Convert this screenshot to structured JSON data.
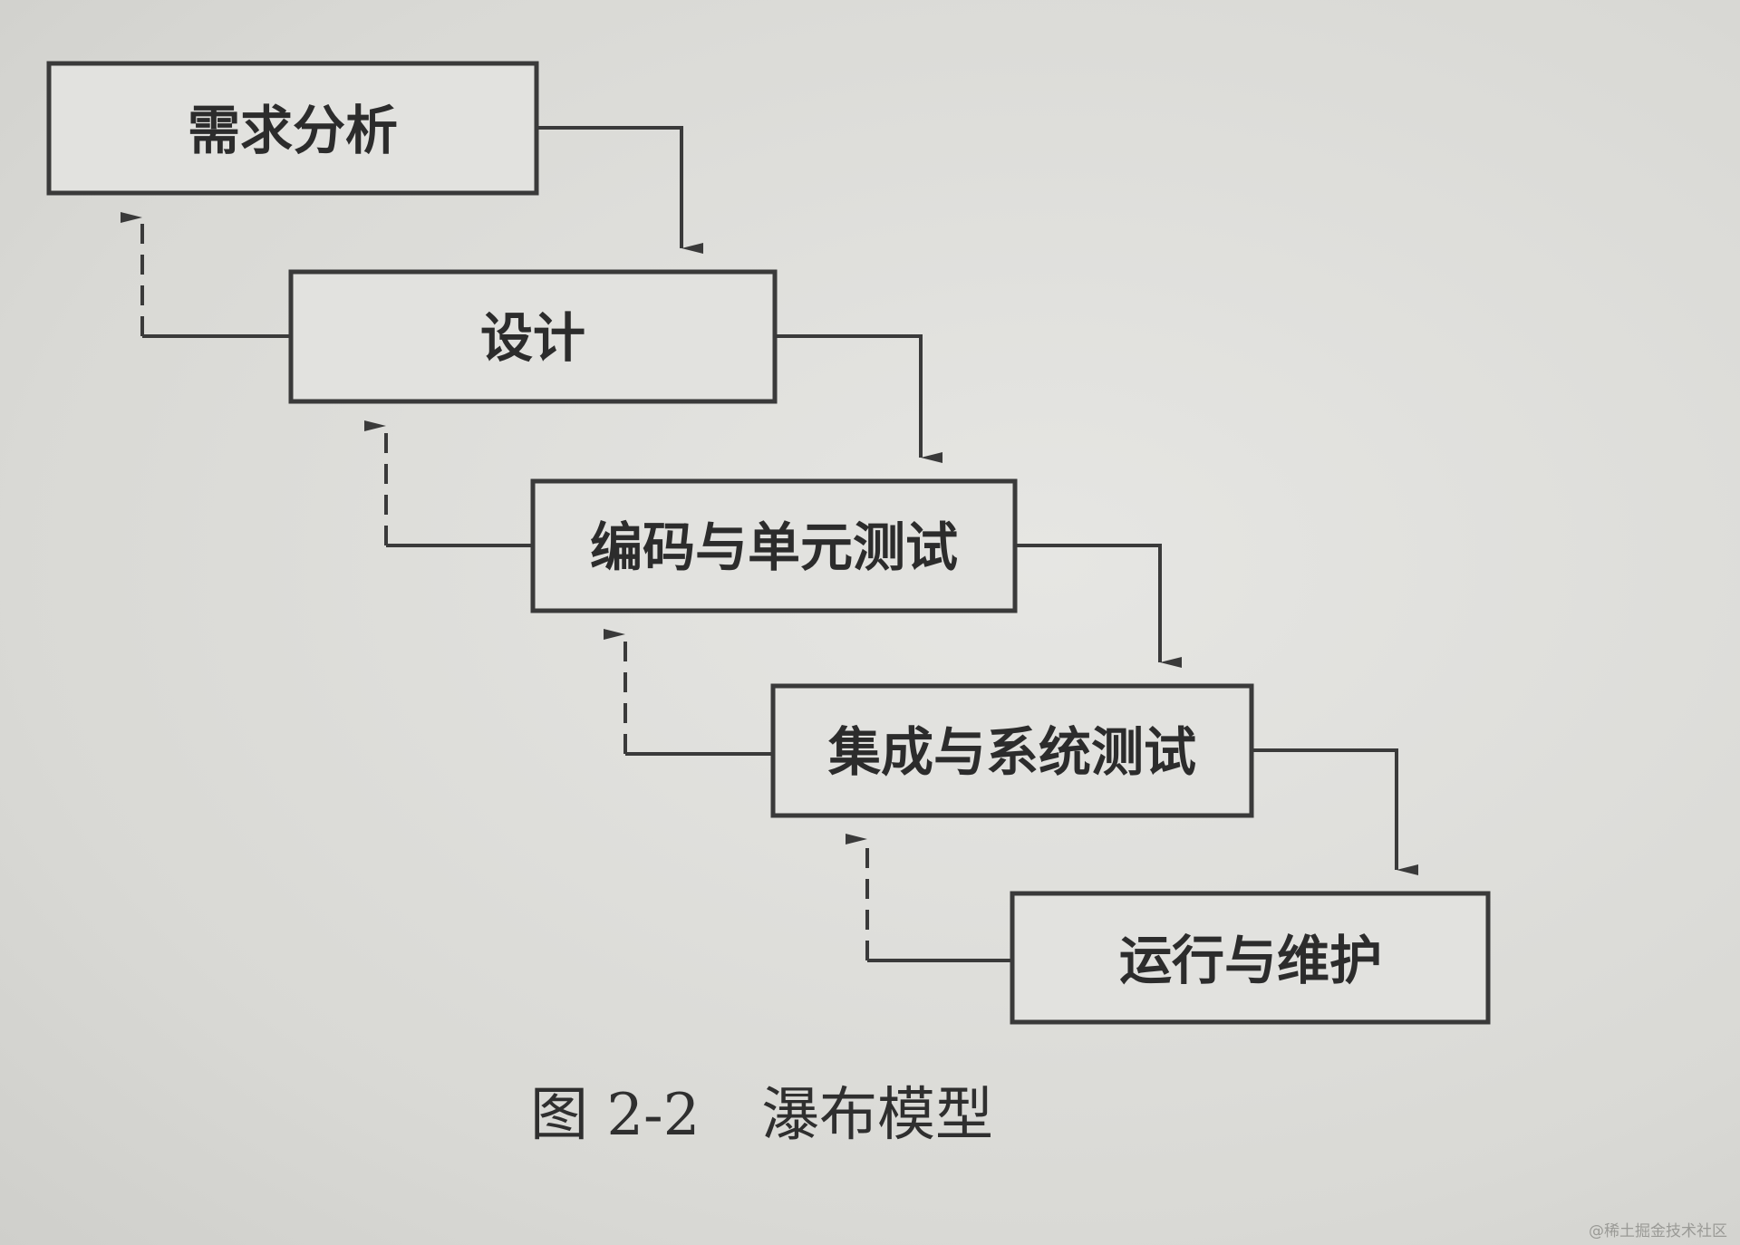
{
  "stages": [
    {
      "id": "requirements",
      "label": "需求分析"
    },
    {
      "id": "design",
      "label": "设计"
    },
    {
      "id": "coding",
      "label": "编码与单元测试"
    },
    {
      "id": "integration",
      "label": "集成与系统测试"
    },
    {
      "id": "operation",
      "label": "运行与维护"
    }
  ],
  "caption": {
    "figure_number": "图 2-2",
    "title": "瀑布模型"
  },
  "watermark": "@稀土掘金技术社区",
  "colors": {
    "ink": "#3a3a3a",
    "box_fill": "#e2e2df",
    "background": "#dededb"
  }
}
